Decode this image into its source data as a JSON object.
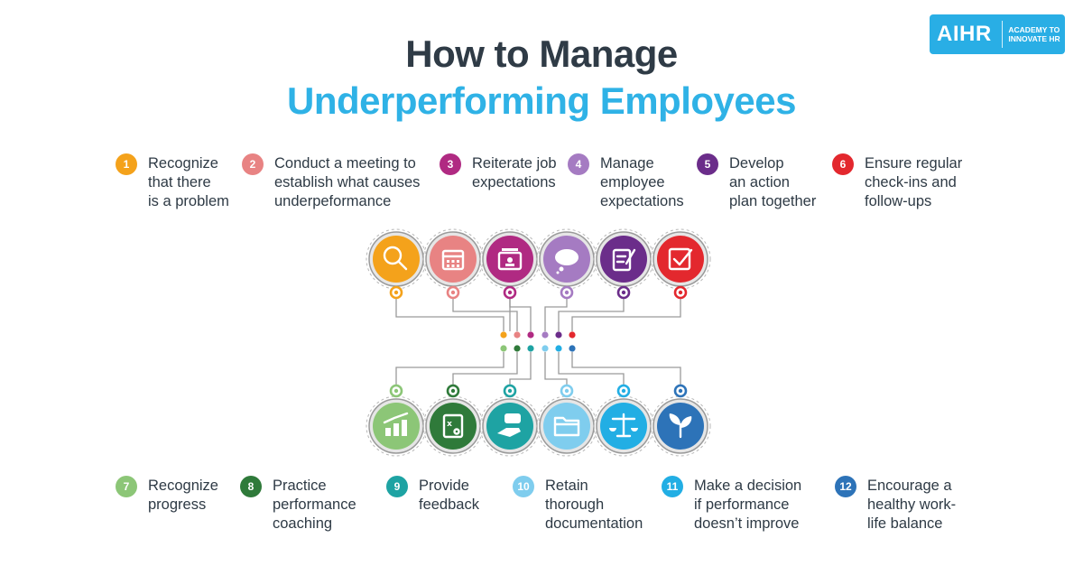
{
  "header": {
    "title_line1": "How to Manage",
    "title_line2": "Underperforming Employees"
  },
  "logo": {
    "mark": "AIHR",
    "tagline": "ACADEMY TO INNOVATE HR",
    "color": "#29aee5"
  },
  "colors": {
    "title_dark": "#2f3b46",
    "title_accent": "#2fb2e6",
    "connector": "#9a9a9a"
  },
  "steps": [
    {
      "num": "1",
      "text": "Recognize\nthat there\nis a problem",
      "color": "#f4a21b",
      "icon": "magnifier-icon"
    },
    {
      "num": "2",
      "text": "Conduct a meeting to\nestablish what causes\nunderpeformance",
      "color": "#e88383",
      "icon": "calendar-icon"
    },
    {
      "num": "3",
      "text": "Reiterate job\nexpectations",
      "color": "#b02a82",
      "icon": "job-folder-icon"
    },
    {
      "num": "4",
      "text": "Manage\nemployee\nexpectations",
      "color": "#a57bc2",
      "icon": "thought-cloud-icon"
    },
    {
      "num": "5",
      "text": "Develop\nan action\nplan together",
      "color": "#6b2d8a",
      "icon": "notepad-pen-icon"
    },
    {
      "num": "6",
      "text": "Ensure regular\ncheck-ins and\nfollow-ups",
      "color": "#e3282e",
      "icon": "checkbox-icon"
    },
    {
      "num": "7",
      "text": "Recognize\nprogress",
      "color": "#8cc677",
      "icon": "bar-chart-icon"
    },
    {
      "num": "8",
      "text": "Practice\nperformance\ncoaching",
      "color": "#2f7a3a",
      "icon": "strategy-board-icon"
    },
    {
      "num": "9",
      "text": "Provide\nfeedback",
      "color": "#1ea3a3",
      "icon": "feedback-hand-icon"
    },
    {
      "num": "10",
      "text": "Retain\nthorough\ndocumentation",
      "color": "#7fcdee",
      "icon": "folder-icon"
    },
    {
      "num": "11",
      "text": "Make a decision\nif performance\ndoesn’t improve",
      "color": "#22aee4",
      "icon": "scales-icon"
    },
    {
      "num": "12",
      "text": "Encourage a\nhealthy work-\nlife balance",
      "color": "#2d73b8",
      "icon": "sprout-icon"
    }
  ]
}
